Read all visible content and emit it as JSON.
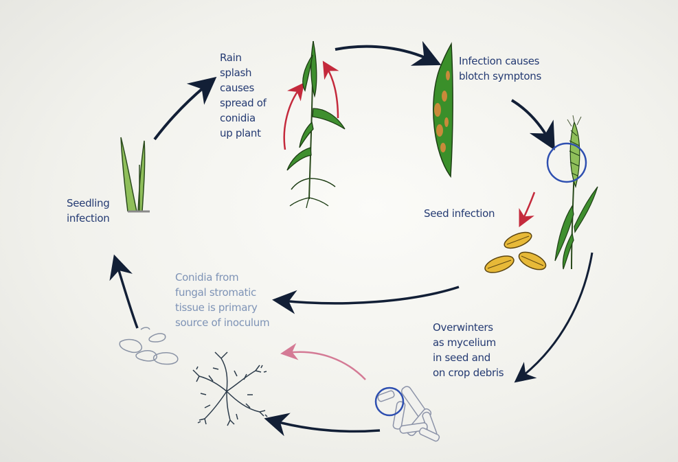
{
  "colors": {
    "arrow_dark": "#121f36",
    "arrow_red": "#c42a3c",
    "arrow_pink": "#d47a95",
    "text_dark": "#243a72",
    "text_light": "#7e93b6",
    "leaf_green": "#3f8f2f",
    "lesion": "#c98a3a",
    "seed": "#e7b938",
    "magnifier": "#2e4fb0"
  },
  "labels": {
    "rain_splash": "Rain\nsplash\ncauses\nspread of\nconidia\nup plant",
    "infection_blotch": "Infection causes\nblotch symptons",
    "seed_infection": "Seed infection",
    "overwinters": "Overwinters\nas mycelium\nin seed and\non crop debris",
    "conidia_source": "Conidia from\nfungal stromatic\ntissue is primary\nsource of inoculum",
    "seedling_infection": "Seedling\ninfection"
  },
  "icons": [
    "seedling-icon",
    "wheat-plant-icon",
    "infected-leaf-icon",
    "wheat-ear-icon",
    "magnifier-icon",
    "seeds-icon",
    "crop-debris-icon",
    "fungal-stroma-icon",
    "conidia-spores-icon"
  ]
}
